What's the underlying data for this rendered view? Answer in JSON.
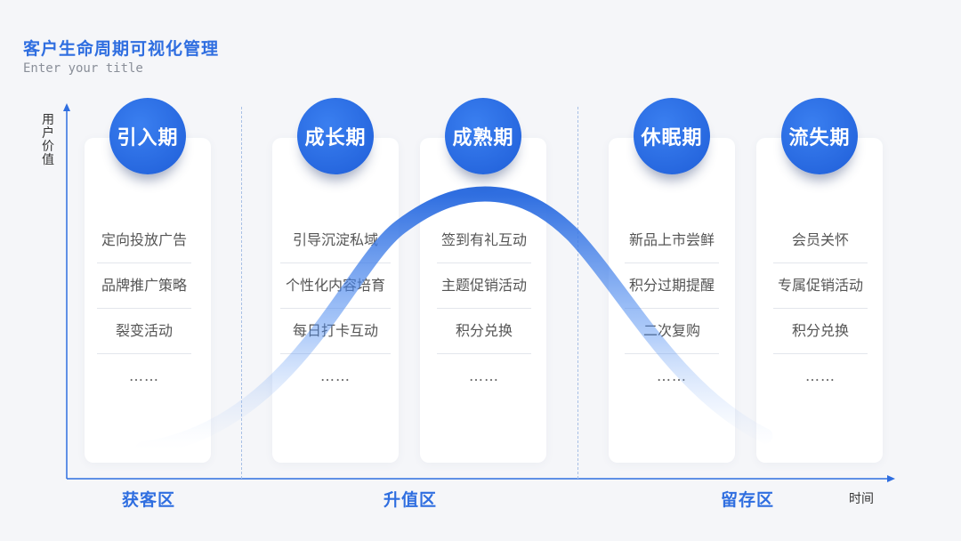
{
  "header": {
    "title": "客户生命周期可视化管理",
    "subtitle": "Enter your title"
  },
  "axes": {
    "y_label": "用户价值",
    "x_label": "时间"
  },
  "stages": [
    {
      "name": "引入期",
      "items": [
        "定向投放广告",
        "品牌推广策略",
        "裂变活动",
        "……"
      ]
    },
    {
      "name": "成长期",
      "items": [
        "引导沉淀私域",
        "个性化内容培育",
        "每日打卡互动",
        "……"
      ]
    },
    {
      "name": "成熟期",
      "items": [
        "签到有礼互动",
        "主题促销活动",
        "积分兑换",
        "……"
      ]
    },
    {
      "name": "休眠期",
      "items": [
        "新品上市尝鲜",
        "积分过期提醒",
        "二次复购",
        "……"
      ]
    },
    {
      "name": "流失期",
      "items": [
        "会员关怀",
        "专属促销活动",
        "积分兑换",
        "……"
      ]
    }
  ],
  "zones": [
    "获客区",
    "升值区",
    "留存区"
  ],
  "colors": {
    "accent": "#2f6ee0",
    "curve": "#3a7ff0",
    "background": "#f5f6f9"
  }
}
